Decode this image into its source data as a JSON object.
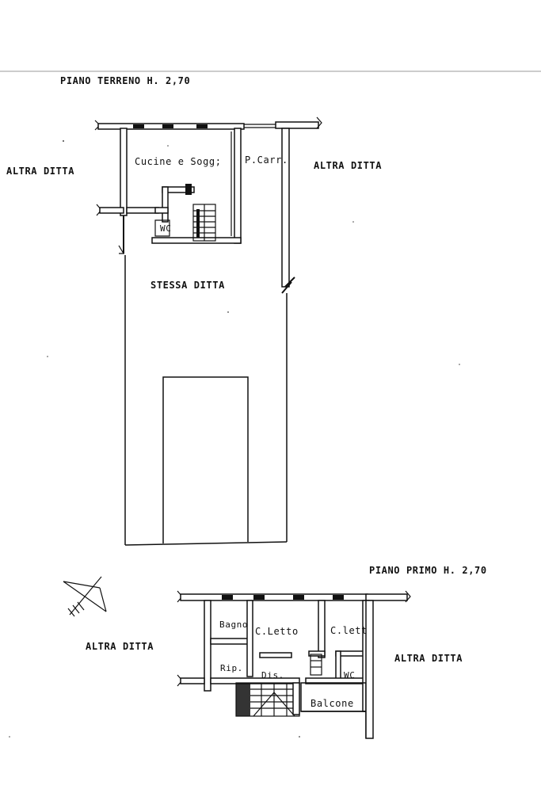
{
  "ground_floor": {
    "title": "PIANO TERRENO H. 2,70",
    "left_neighbor": "ALTRA DITTA",
    "right_neighbor": "ALTRA DITTA",
    "courtyard": "STESSA DITTA",
    "rooms": {
      "kitchen": "Cucine e Sogg;",
      "passage": "P.Carr.",
      "wc": "WC"
    }
  },
  "first_floor": {
    "title": "PIANO PRIMO H. 2,70",
    "left_neighbor": "ALTRA DITTA",
    "right_neighbor": "ALTRA DITTA",
    "rooms": {
      "bath": "Bagno",
      "bedroom_1": "C.Letto",
      "bedroom_2": "C.lett",
      "storage": "Rip.",
      "hall": "Dis.",
      "wc": "WC",
      "balcony": "Balcone"
    }
  }
}
